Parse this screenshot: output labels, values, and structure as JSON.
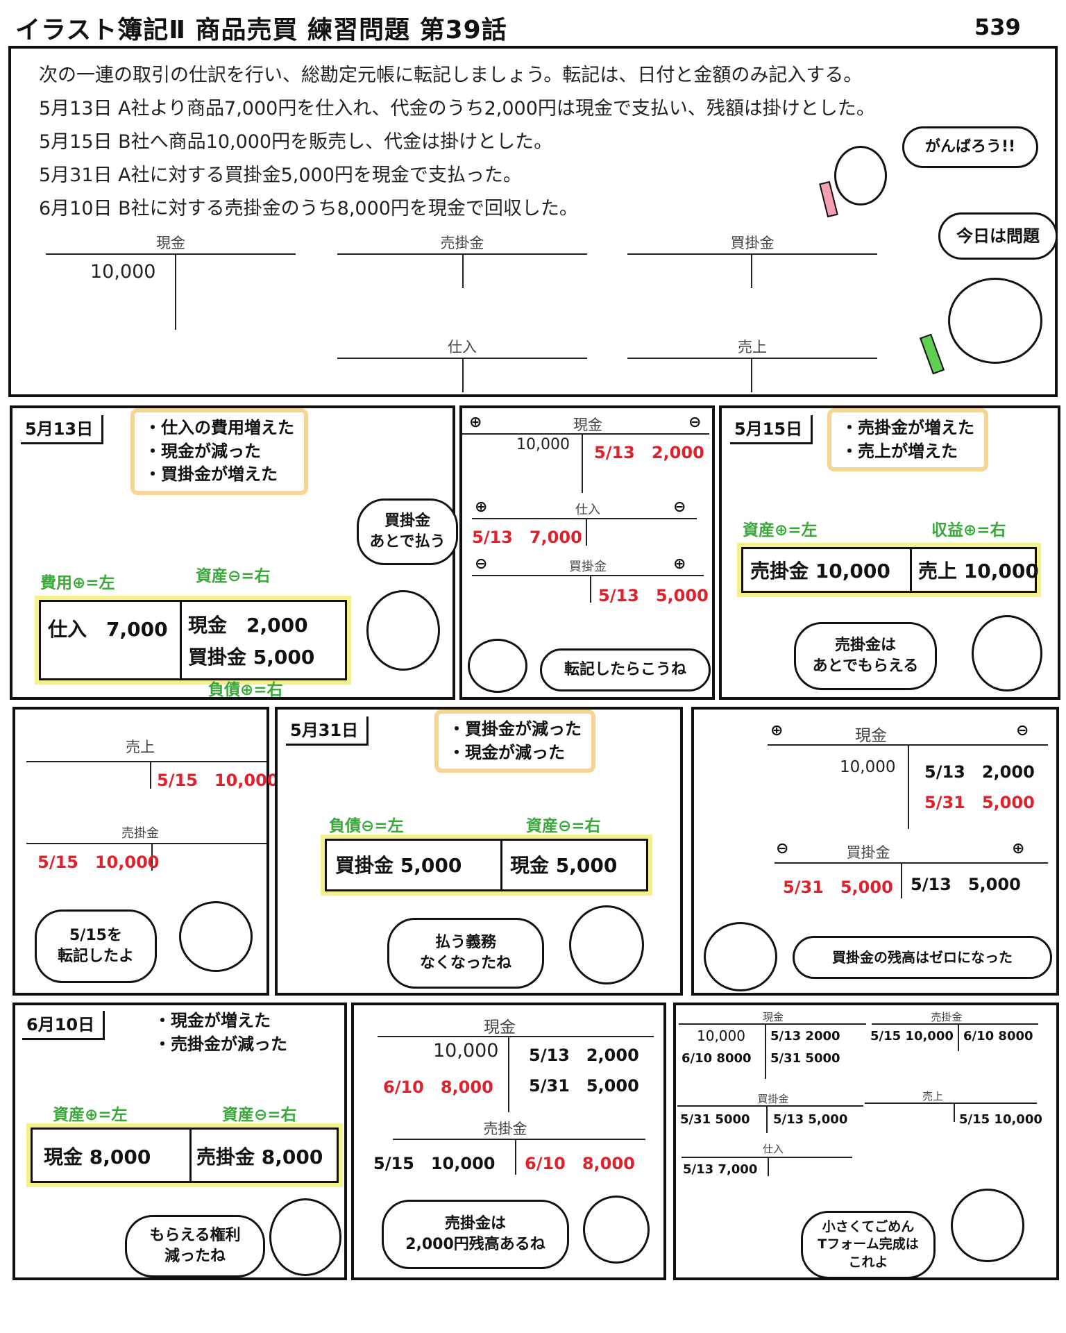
{
  "header": {
    "title": "イラスト簿記Ⅱ 商品売買 練習問題 第39話",
    "page_number": "539"
  },
  "question": {
    "lines": [
      "次の一連の取引の仕訳を行い、総勘定元帳に転記しましょう。転記は、日付と金額のみ記入する。",
      "5月13日 A社より商品7,000円を仕入れ、代金のうち2,000円は現金で支払い、残額は掛けとした。",
      "5月15日 B社へ商品10,000円を販売し、代金は掛けとした。",
      "5月31日 A社に対する買掛金5,000円を現金で支払った。",
      "6月10日 B社に対する売掛金のうち8,000円を現金で回収した。"
    ],
    "accounts": [
      "現金",
      "売掛金",
      "買掛金",
      "仕入",
      "売上"
    ],
    "cash_opening": "10,000",
    "bubble_cheer": "がんばろう!!",
    "bubble_today": "今日は問題"
  },
  "panel_513": {
    "date": "5月13日",
    "notes": [
      "・仕入の費用増えた",
      "・現金が減った",
      "・買掛金が増えた"
    ],
    "bubble": "買掛金\nあとで払う",
    "rule_left": "費用⊕=左",
    "rule_right_top": "資産⊖=右",
    "rule_right_bottom": "負債⊕=右",
    "debit": "仕入　7,000",
    "credit_1": "現金　2,000",
    "credit_2": "買掛金 5,000"
  },
  "panel_513_ledger": {
    "cash_title": "現金",
    "cash_opening": "10,000",
    "cash_credit": "5/13　2,000",
    "purchase_title": "仕入",
    "purchase_debit": "5/13　7,000",
    "payable_title": "買掛金",
    "payable_credit": "5/13　5,000",
    "bubble": "転記したらこうね",
    "plus": "⊕",
    "minus": "⊖"
  },
  "panel_515": {
    "date": "5月15日",
    "notes": [
      "・売掛金が増えた",
      "・売上が増えた"
    ],
    "rule_left": "資産⊕=左",
    "rule_right": "収益⊕=右",
    "debit": "売掛金 10,000",
    "credit": "売上 10,000",
    "bubble": "売掛金は\nあとでもらえる"
  },
  "panel_515_ledger": {
    "sales_title": "売上",
    "sales_credit": "5/15　10,000",
    "recv_title": "売掛金",
    "recv_debit": "5/15　10,000",
    "bubble": "5/15を\n転記したよ"
  },
  "panel_531": {
    "date": "5月31日",
    "notes": [
      "・買掛金が減った",
      "・現金が減った"
    ],
    "rule_left": "負債⊖=左",
    "rule_right": "資産⊖=右",
    "debit": "買掛金 5,000",
    "credit": "現金 5,000",
    "bubble": "払う義務\nなくなったね"
  },
  "panel_531_ledger": {
    "cash_title": "現金",
    "cash_opening": "10,000",
    "cash_credit_1": "5/13　2,000",
    "cash_credit_2": "5/31　5,000",
    "payable_title": "買掛金",
    "payable_debit": "5/31　5,000",
    "payable_credit": "5/13　5,000",
    "bubble": "買掛金の残高はゼロになった"
  },
  "panel_610": {
    "date": "6月10日",
    "notes": [
      "・現金が増えた",
      "・売掛金が減った"
    ],
    "rule_left": "資産⊕=左",
    "rule_right": "資産⊖=右",
    "debit": "現金 8,000",
    "credit": "売掛金 8,000",
    "bubble": "もらえる権利\n減ったね"
  },
  "panel_610_ledger": {
    "cash_title": "現金",
    "cash_opening": "10,000",
    "cash_debit": "6/10　8,000",
    "cash_credit_1": "5/13　2,000",
    "cash_credit_2": "5/31　5,000",
    "recv_title": "売掛金",
    "recv_debit": "5/15　10,000",
    "recv_credit": "6/10　8,000",
    "bubble": "売掛金は\n2,000円残高あるね"
  },
  "summary": {
    "cash_title": "現金",
    "cash_l1": "10,000",
    "cash_l2": "6/10 8000",
    "cash_r1": "5/13 2000",
    "cash_r2": "5/31 5000",
    "recv_title": "売掛金",
    "recv_l": "5/15 10,000",
    "recv_r": "6/10 8000",
    "pay_title": "買掛金",
    "pay_l": "5/31 5000",
    "pay_r": "5/13 5,000",
    "sales_title": "売上",
    "sales_r": "5/15 10,000",
    "pur_title": "仕入",
    "pur_l": "5/13 7,000",
    "bubble": "小さくてごめん\nTフォーム完成は\nこれよ"
  }
}
